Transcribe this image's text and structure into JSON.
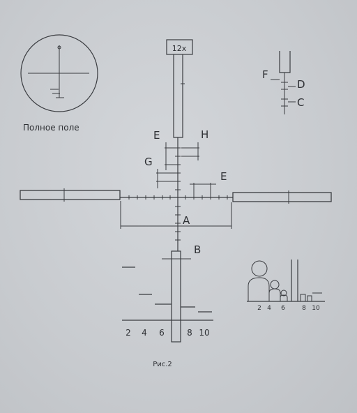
{
  "magnification": "12x",
  "full_field_caption": "Полное поле",
  "dimension_labels": {
    "A": "A",
    "B": "B",
    "C": "C",
    "D": "D",
    "E_top": "E",
    "E_right": "E",
    "F": "F",
    "G": "G",
    "H": "H"
  },
  "rangefinder_scale": [
    "2",
    "4",
    "6",
    "8",
    "10"
  ],
  "inset_scale": [
    "2",
    "4",
    "6",
    "8",
    "10"
  ],
  "figure_caption": "Рис.2"
}
